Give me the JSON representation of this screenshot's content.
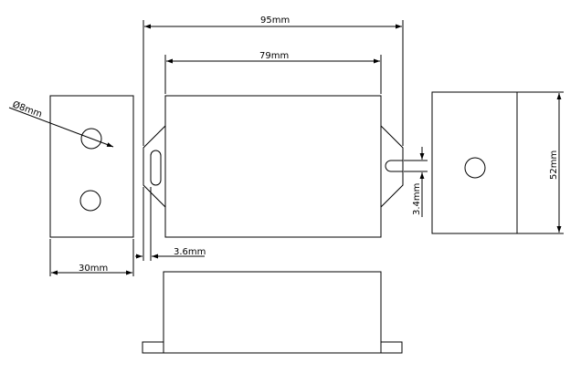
{
  "dimensions": {
    "overall_length": "95mm",
    "body_length": "79mm",
    "width": "30mm",
    "height": "52mm",
    "hole_diameter": "Ø8mm",
    "flange_thickness": "3.6mm",
    "slot_width": "3.4mm"
  }
}
